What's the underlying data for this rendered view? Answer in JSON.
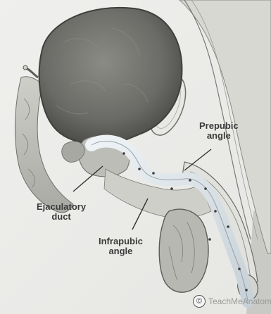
{
  "labels": {
    "prepubic_line1": "Prepubic",
    "prepubic_line2": "angle",
    "ejaculatory_line1": "Ejaculatory",
    "ejaculatory_line2": "duct",
    "infrapubic_line1": "Infrapubic",
    "infrapubic_line2": "angle"
  },
  "credit": {
    "copyright_symbol": "©",
    "text": "TeachMeAnatom"
  },
  "colors": {
    "paper": "#eeeeec",
    "tissue_shade": "#b7b7b2",
    "bladder_dark": "#6e6e6a",
    "catheter": "#d7dee3",
    "catheter_edge": "#8e9aa3",
    "leader_line": "#333333"
  },
  "icons": [
    "copyright-icon"
  ]
}
